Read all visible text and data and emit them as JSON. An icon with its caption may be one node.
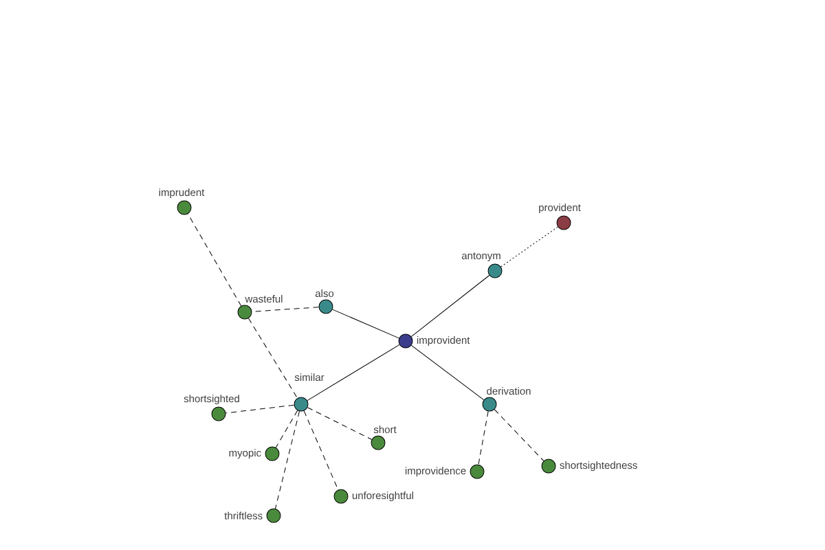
{
  "diagram": {
    "nodes": [
      {
        "text": [
          "improvident"
        ]
      },
      {
        "text": [
          "also"
        ]
      },
      {
        "text": [
          "antonym"
        ]
      },
      {
        "text": [
          "derivation"
        ]
      },
      {
        "text": [
          "similar"
        ]
      },
      {
        "text": [
          "wasteful"
        ]
      },
      {
        "text": [
          "imprudent"
        ]
      },
      {
        "text": [
          "provident"
        ]
      },
      {
        "text": [
          "shortsighted"
        ]
      },
      {
        "text": [
          "myopic"
        ]
      },
      {
        "text": [
          "short"
        ]
      },
      {
        "text": [
          "unforesightful"
        ]
      },
      {
        "text": [
          "thriftless"
        ]
      },
      {
        "text": [
          "improvidence"
        ]
      },
      {
        "text": [
          "shortsightedness"
        ]
      }
    ],
    "edges": [
      {
        "from": 0,
        "to": 1,
        "arrow": "none"
      },
      {
        "from": 0,
        "to": 2,
        "arrow": "none"
      },
      {
        "from": 0,
        "to": 3,
        "arrow": "none"
      },
      {
        "from": 0,
        "to": 4,
        "arrow": "none"
      },
      {
        "from": 1,
        "to": 5,
        "arrow": "none",
        "style": "dashed"
      },
      {
        "from": 5,
        "to": 6,
        "arrow": "none",
        "style": "dashed"
      },
      {
        "from": 5,
        "to": 4,
        "arrow": "none",
        "style": "dashed"
      },
      {
        "from": 2,
        "to": 7,
        "arrow": "none",
        "style": "dashed"
      },
      {
        "from": 4,
        "to": 8,
        "arrow": "none",
        "style": "dashed"
      },
      {
        "from": 4,
        "to": 9,
        "arrow": "none",
        "style": "dashed"
      },
      {
        "from": 4,
        "to": 10,
        "arrow": "none",
        "style": "dashed"
      },
      {
        "from": 4,
        "to": 11,
        "arrow": "none",
        "style": "dashed"
      },
      {
        "from": 4,
        "to": 12,
        "arrow": "none",
        "style": "dashed"
      },
      {
        "from": 3,
        "to": 13,
        "arrow": "none",
        "style": "dashed"
      },
      {
        "from": 3,
        "to": 14,
        "arrow": "none",
        "style": "dashed"
      }
    ]
  }
}
